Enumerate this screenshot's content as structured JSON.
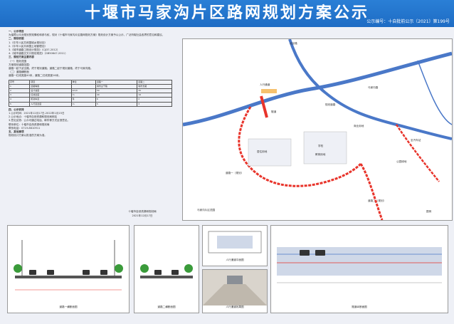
{
  "header": {
    "title": "十堰市马家沟片区路网规划方案公示",
    "issue_no": "公示编号：十自批前公示〔2021〕第199号"
  },
  "text": {
    "lines": [
      "一、公示项目",
      "为保障公众对规划的知情权和参与权，现对《十堰市马家沟片区路网规划方案》规划设计方案予以公示，广泛听取社会各界的意见和建议。",
      "二、规划依据",
      "1.《中华人民共和国城乡规划法》",
      "2.《中华人民共和国土地管理法》",
      "3.《城市道路工程设计规范》（CJJ37-2012）",
      "4.《城市道路交叉口规划规范》（GB50647-2011）",
      "三、规划方案主要内容",
      "（一）规划范围",
      "方案规划道路范围：",
      "道路一起于武当路，终于规划道路；道路二起于规划道路，终于马家沟路。",
      "（二）道路横断面",
      "道路一红线宽度40米，道路二红线宽度16米。",
      "四、公示安排",
      "1.公示时间：2021年12月17日-2022年1月15日",
      "2.公示地点：十堰市自然资源和规划局网站",
      "3.意见反馈：公众可通过电话、邮件等方式反馈意见。",
      "联系单位：十堰市自然资源和规划局",
      "联系电话：0719-8610911",
      "五、其他事项",
      "规划设计方案以批准的方案为准。"
    ],
    "table": [
      [
        "序号",
        "项目",
        "单位",
        "道路一",
        "道路二"
      ],
      [
        "1",
        "道路等级",
        "",
        "城市主干路",
        "城市支路"
      ],
      [
        "2",
        "设计速度",
        "km/h",
        "50",
        "30"
      ],
      [
        "3",
        "红线宽度",
        "m",
        "40",
        "16"
      ],
      [
        "4",
        "机动车道",
        "条",
        "6",
        "2"
      ],
      [
        "5",
        "人行道宽度",
        "m",
        "5",
        "3"
      ]
    ],
    "footer_org": "十堰市自然资源和规划局",
    "footer_date": "2021年12月17日"
  },
  "map": {
    "labels": [
      "北京路",
      "马家沟路",
      "规划道路",
      "隧道",
      "人行通道",
      "商业用地",
      "居住用地",
      "公园绿地",
      "学校",
      "教育用地",
      "道路一（规划）",
      "道路二（规划）",
      "马家沟片区范围",
      "至汽车站",
      "图例"
    ]
  },
  "panels": [
    {
      "caption": "道路一横断面图"
    },
    {
      "caption": "道路二横断面图"
    },
    {
      "caption": "人行通道平面图"
    },
    {
      "caption": "人行通道效果图"
    },
    {
      "caption": "隧道纵断面图"
    }
  ],
  "colors": {
    "banner": "#1e6cc4",
    "road_plan": "#e8342b",
    "road_existing": "#4a78c8"
  }
}
